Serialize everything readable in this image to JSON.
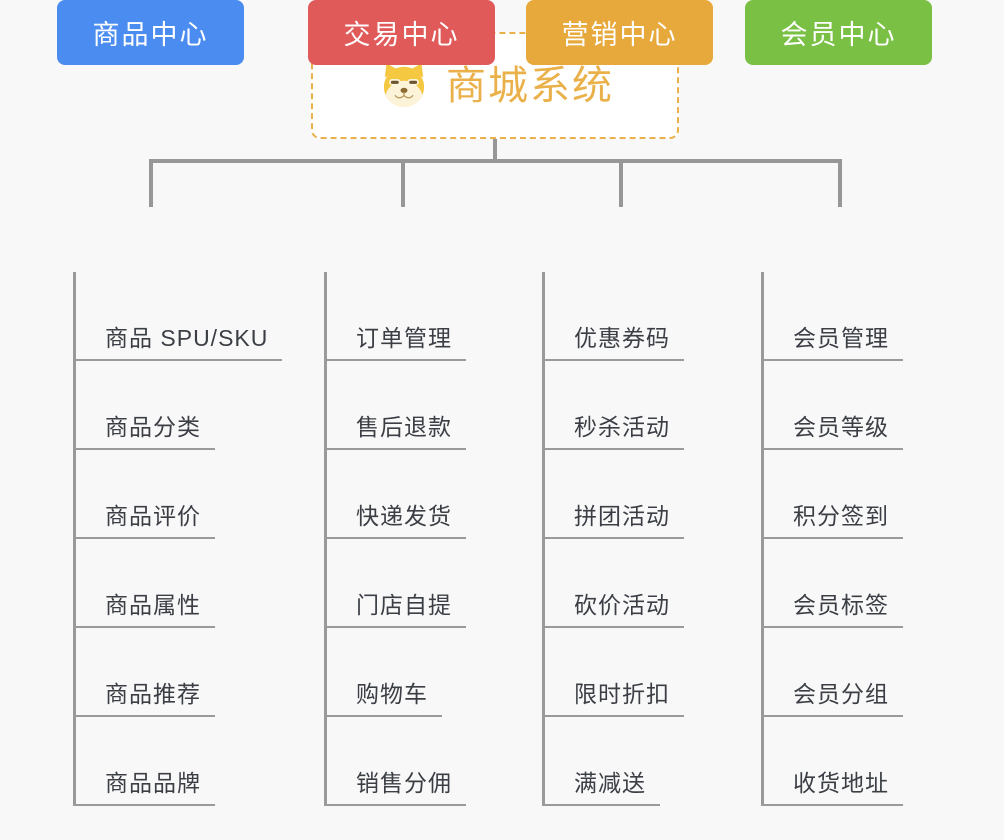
{
  "root": {
    "title": "商城系统",
    "icon": "shiba-dog-face-icon",
    "accent_color": "#eab14a",
    "border_style": "dashed"
  },
  "groups": [
    {
      "id": "product-center",
      "label": "商品中心",
      "color": "#4a8cf0",
      "items": [
        "商品 SPU/SKU",
        "商品分类",
        "商品评价",
        "商品属性",
        "商品推荐",
        "商品品牌"
      ]
    },
    {
      "id": "trade-center",
      "label": "交易中心",
      "color": "#e15a5a",
      "items": [
        "订单管理",
        "售后退款",
        "快递发货",
        "门店自提",
        "购物车",
        "销售分佣"
      ]
    },
    {
      "id": "marketing-center",
      "label": "营销中心",
      "color": "#e8a93c",
      "items": [
        "优惠券码",
        "秒杀活动",
        "拼团活动",
        "砍价活动",
        "限时折扣",
        "满减送"
      ]
    },
    {
      "id": "member-center",
      "label": "会员中心",
      "color": "#79c044",
      "items": [
        "会员管理",
        "会员等级",
        "积分签到",
        "会员标签",
        "会员分组",
        "收货地址"
      ]
    }
  ],
  "layout": {
    "background": "#f8f8f8",
    "connector_color": "#979797",
    "rule_color": "#9a9a9a",
    "leaf_text_color": "#3b3f45"
  }
}
